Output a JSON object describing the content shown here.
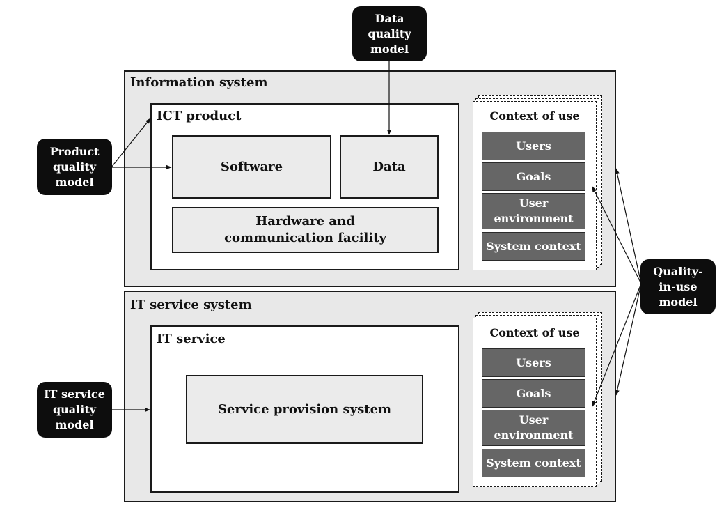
{
  "models": {
    "data": "Data quality model",
    "product": "Product quality model",
    "it_service": "IT service quality model",
    "quality_in_use": "Quality-in-use model"
  },
  "information_system": {
    "title": "Information system",
    "ict_product": {
      "title": "ICT product",
      "software": "Software",
      "data": "Data",
      "hardware": "Hardware and communication facility"
    },
    "context": {
      "title": "Context of use",
      "items": [
        "Users",
        "Goals",
        "User environment",
        "System context"
      ]
    }
  },
  "it_service_system": {
    "title": "IT service system",
    "it_service": {
      "title": "IT service",
      "provision": "Service provision system"
    },
    "context": {
      "title": "Context of use",
      "items": [
        "Users",
        "Goals",
        "User environment",
        "System context"
      ]
    }
  }
}
